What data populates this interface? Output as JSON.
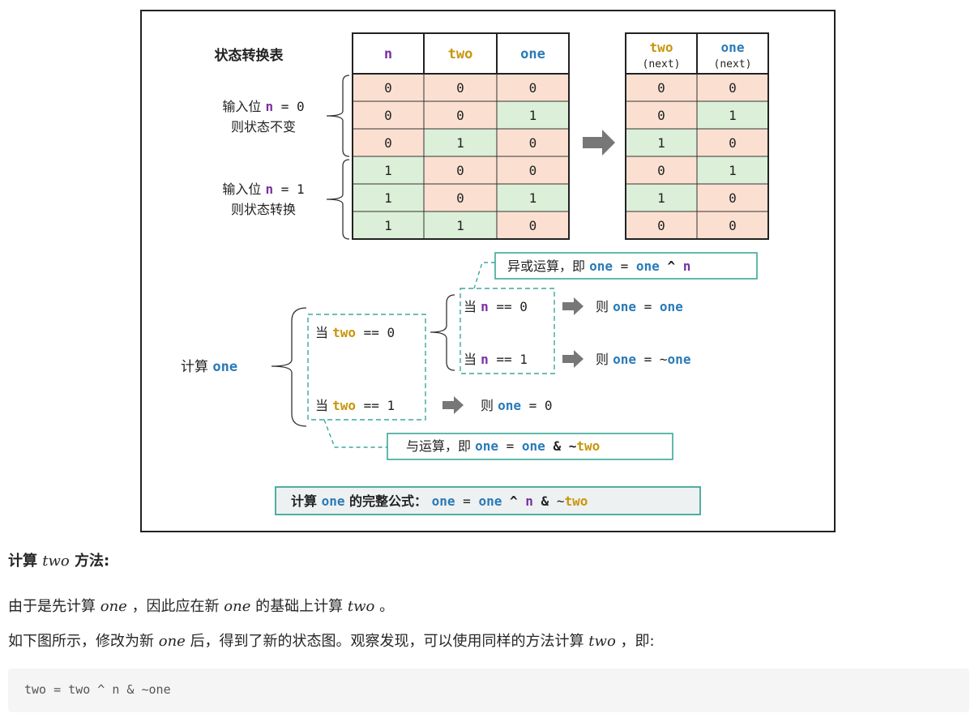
{
  "figure": {
    "title": "状态转换表",
    "left_table": {
      "headers": [
        "n",
        "two",
        "one"
      ],
      "rows": [
        [
          "0",
          "0",
          "0"
        ],
        [
          "0",
          "0",
          "1"
        ],
        [
          "0",
          "1",
          "0"
        ],
        [
          "1",
          "0",
          "0"
        ],
        [
          "1",
          "0",
          "1"
        ],
        [
          "1",
          "1",
          "0"
        ]
      ]
    },
    "right_table": {
      "headers": [
        "two",
        "one"
      ],
      "subheaders": [
        "(next)",
        "(next)"
      ],
      "rows": [
        [
          "0",
          "0"
        ],
        [
          "0",
          "1"
        ],
        [
          "1",
          "0"
        ],
        [
          "0",
          "1"
        ],
        [
          "1",
          "0"
        ],
        [
          "0",
          "0"
        ]
      ]
    },
    "group_n0": {
      "line1_pre": "输入位",
      "var": "n",
      "line1_post": "= 0",
      "line2": "则状态不变"
    },
    "group_n1": {
      "line1_pre": "输入位",
      "var": "n",
      "line1_post": "= 1",
      "line2": "则状态转换"
    },
    "compute": {
      "label": "计算",
      "var": "one"
    },
    "when": "当",
    "then": "则",
    "eq": "==",
    "assign": "=",
    "zero": "0",
    "one_digit": "1",
    "n": "n",
    "two": "two",
    "one": "one",
    "xor_note": {
      "text": "异或运算，即",
      "op": "^"
    },
    "and_note": {
      "text": "与运算，即",
      "op": "&",
      "tilde": "~"
    },
    "not_one": "~one",
    "formula": {
      "label": "计算",
      "var": "one",
      "suffix": "的完整公式：",
      "caret": "^",
      "amp": "&",
      "tilde": "~"
    },
    "colors": {
      "peach": "#fbe0d1",
      "green": "#dcefd8",
      "purple": "#7a2fa4",
      "gold": "#c8960b",
      "blue": "#2a7ab8",
      "teal": "#3aa898",
      "gray_arrow": "#777777"
    }
  },
  "text": {
    "heading": {
      "pre": "计算",
      "var": "two",
      "post": "方法:"
    },
    "p1": {
      "a": "由于是先计算",
      "v1": "one",
      "b": "，因此应在新",
      "v2": "one",
      "c": "的基础上计算",
      "v3": "two",
      "d": "。"
    },
    "p2": {
      "a": "如下图所示，修改为新",
      "v1": "one",
      "b": "后，得到了新的状态图。观察发现，可以使用同样的方法计算",
      "v2": "two",
      "c": "，即:"
    },
    "code": "two = two ^ n & ~one"
  }
}
